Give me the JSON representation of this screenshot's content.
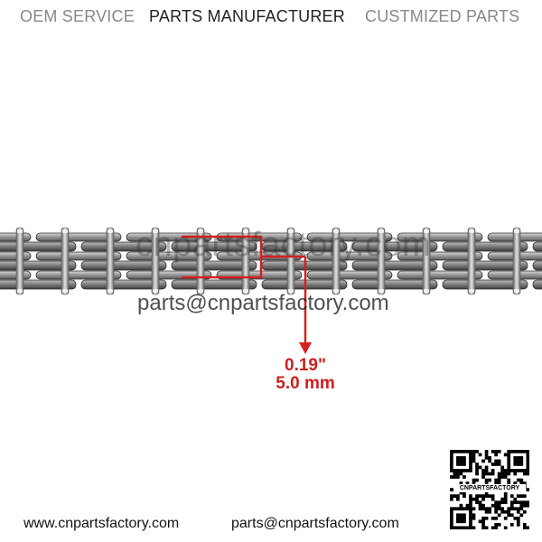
{
  "header": {
    "oem": "OEM SERVICE",
    "manufacturer": "PARTS MANUFACTURER",
    "customized": "CUSTMIZED PARTS"
  },
  "watermark": {
    "site": "cnpartsfactory.com",
    "email": "parts@cnpartsfactory.com"
  },
  "dimension": {
    "inches": "0.19\"",
    "mm": "5.0 mm",
    "color": "#cc1f1f"
  },
  "footer": {
    "website": "www.cnpartsfactory.com",
    "email": "parts@cnpartsfactory.com"
  },
  "qr": {
    "label": "CNPARTSFACTORY"
  }
}
